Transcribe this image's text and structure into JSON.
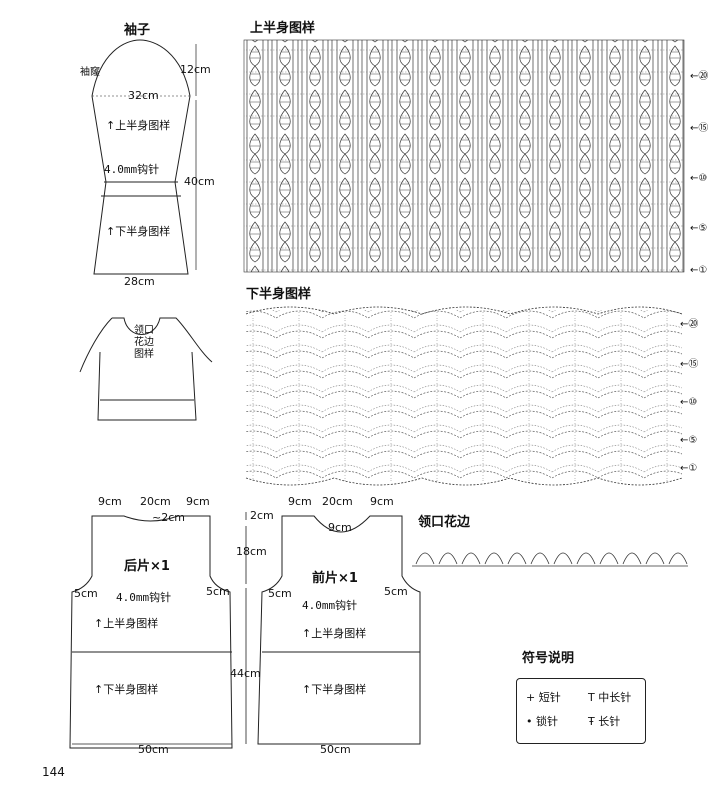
{
  "sleeve": {
    "title": "袖子",
    "cap_label": "袖窿",
    "cap_height": "12cm",
    "top_width": "32cm",
    "body_height": "40cm",
    "bottom_width": "28cm",
    "upper_pattern": "上半身图样",
    "hook": "4.0mm钩针",
    "lower_pattern": "下半身图样"
  },
  "front_sketch": {
    "neck_label_1": "领口",
    "neck_label_2": "花边",
    "neck_label_3": "图样"
  },
  "chart_upper": {
    "title": "上半身图样",
    "row_markers": [
      "⑳",
      "⑮",
      "⑩",
      "⑤",
      "①"
    ]
  },
  "chart_lower": {
    "title": "下半身图样",
    "row_markers": [
      "⑳",
      "⑮",
      "⑩",
      "⑤",
      "①"
    ]
  },
  "back_piece": {
    "shoulder_left": "9cm",
    "neck_width": "20cm",
    "shoulder_right": "9cm",
    "neck_depth": "2cm",
    "name": "后片×1",
    "side_left": "5cm",
    "side_right": "5cm",
    "hook": "4.0mm钩针",
    "upper_pattern": "上半身图样",
    "lower_pattern": "下半身图样",
    "bottom_width": "50cm"
  },
  "center_dims": {
    "top": "2cm",
    "armhole": "18cm",
    "body": "44cm"
  },
  "front_piece": {
    "shoulder_left": "9cm",
    "neck_width": "20cm",
    "shoulder_right": "9cm",
    "neck_depth": "9cm",
    "name": "前片×1",
    "side_left": "5cm",
    "side_right": "5cm",
    "hook": "4.0mm钩针",
    "upper_pattern": "上半身图样",
    "lower_pattern": "下半身图样",
    "bottom_width": "50cm"
  },
  "neck_edge": {
    "title": "领口花边"
  },
  "legend": {
    "title": "符号说明",
    "items": [
      {
        "symbol": "+",
        "label": "短针"
      },
      {
        "symbol": "T",
        "label": "中长针"
      },
      {
        "symbol": "•",
        "label": "锁针"
      },
      {
        "symbol": "Ŧ",
        "label": "长针"
      }
    ]
  },
  "page_number": "144"
}
